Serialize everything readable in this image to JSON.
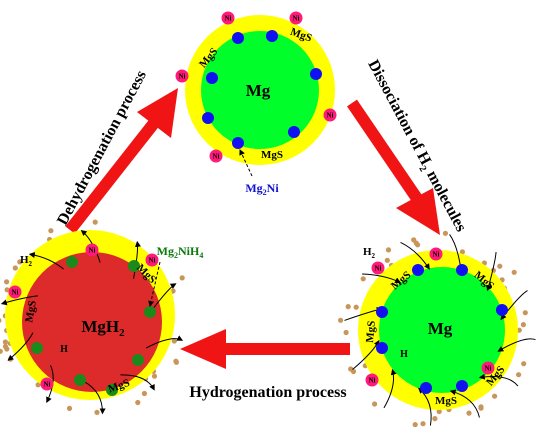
{
  "particles": {
    "top": {
      "core": "Mg",
      "shell": [
        "MgS",
        "MgS",
        "MgS"
      ],
      "ni": [
        "Ni",
        "Ni",
        "Ni",
        "Ni",
        "Ni"
      ],
      "callout": "Mg",
      "callout_sub": "2",
      "callout_tail": "Ni"
    },
    "left": {
      "core": "MgH",
      "core_sub": "2",
      "shell": [
        "MgS",
        "MgS",
        "MgS"
      ],
      "ni": [
        "Ni",
        "Ni",
        "Ni",
        "Ni"
      ],
      "gas": "H",
      "gas_sub": "2",
      "atom": "H",
      "callout": [
        "Mg",
        "2",
        "NiH",
        "4"
      ]
    },
    "right": {
      "core": "Mg",
      "shell": [
        "MgS",
        "MgS",
        "MgS",
        "MgS",
        "MgS"
      ],
      "ni": [
        "Ni",
        "Ni",
        "Ni",
        "Ni"
      ],
      "gas": "H",
      "gas_sub": "2",
      "atom": "H"
    }
  },
  "processes": {
    "dehydrogenation": "Dehydrogenation process",
    "dissociation": "Dissociation of H",
    "dissociation_sub": "2",
    "dissociation_tail": " molecules",
    "hydrogenation": "Hydrogenation process"
  },
  "colors": {
    "shell": "#ffff00",
    "mg_core": "#00ff2a",
    "mgh2_core": "#ff3030",
    "ni_dot": "#ff1a7a",
    "mg2ni_dot": "#1010f0",
    "mg2nih4_dot": "#1a8a1a",
    "h_atom": "#c8965a",
    "arrow": "#f01414",
    "label_blue": "#1010d0",
    "label_green": "#0a7a0a"
  }
}
